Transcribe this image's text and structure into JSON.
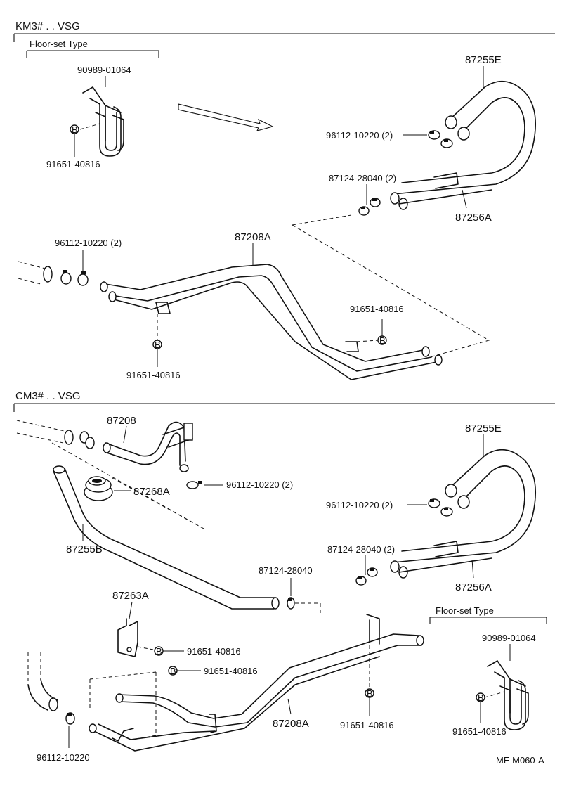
{
  "sections": {
    "top_header": "KM3# . . VSG",
    "bottom_header": "CM3# . . VSG"
  },
  "callouts": {
    "b_mark": "B",
    "top_floor_type": "Floor-set Type",
    "top_floor_part": "90989-01064",
    "top_floor_bolt": "91651-40816",
    "top_hose_e": "87255E",
    "top_clamp_pair": "96112-10220 (2)",
    "top_clip_pair": "87124-28040 (2)",
    "top_hose_a": "87256A",
    "top_left_clamp": "96112-10220 (2)",
    "top_pipe": "87208A",
    "top_right_bolt": "91651-40816",
    "top_bottom_bolt": "91651-40816",
    "bot_pipe_upper": "87208",
    "bot_grommet": "87268A",
    "bot_upper_clamp": "96112-10220 (2)",
    "bot_hose_b": "87255B",
    "bot_clip": "87124-28040",
    "bot_bracket": "87263A",
    "bot_bracket_bolt": "91651-40816",
    "bot_mid_bolt": "91651-40816",
    "bot_pipe_lower": "87208A",
    "bot_lower_bolt": "91651-40816",
    "bot_left_clamp": "96112-10220",
    "bot_hose_e": "87255E",
    "bot_clamp_pair": "96112-10220 (2)",
    "bot_clip_pair": "87124-28040 (2)",
    "bot_hose_a": "87256A",
    "bot_floor_type": "Floor-set Type",
    "bot_floor_part": "90989-01064",
    "bot_floor_bolt": "91651-40816",
    "ref_code": "ME  M060-A"
  }
}
